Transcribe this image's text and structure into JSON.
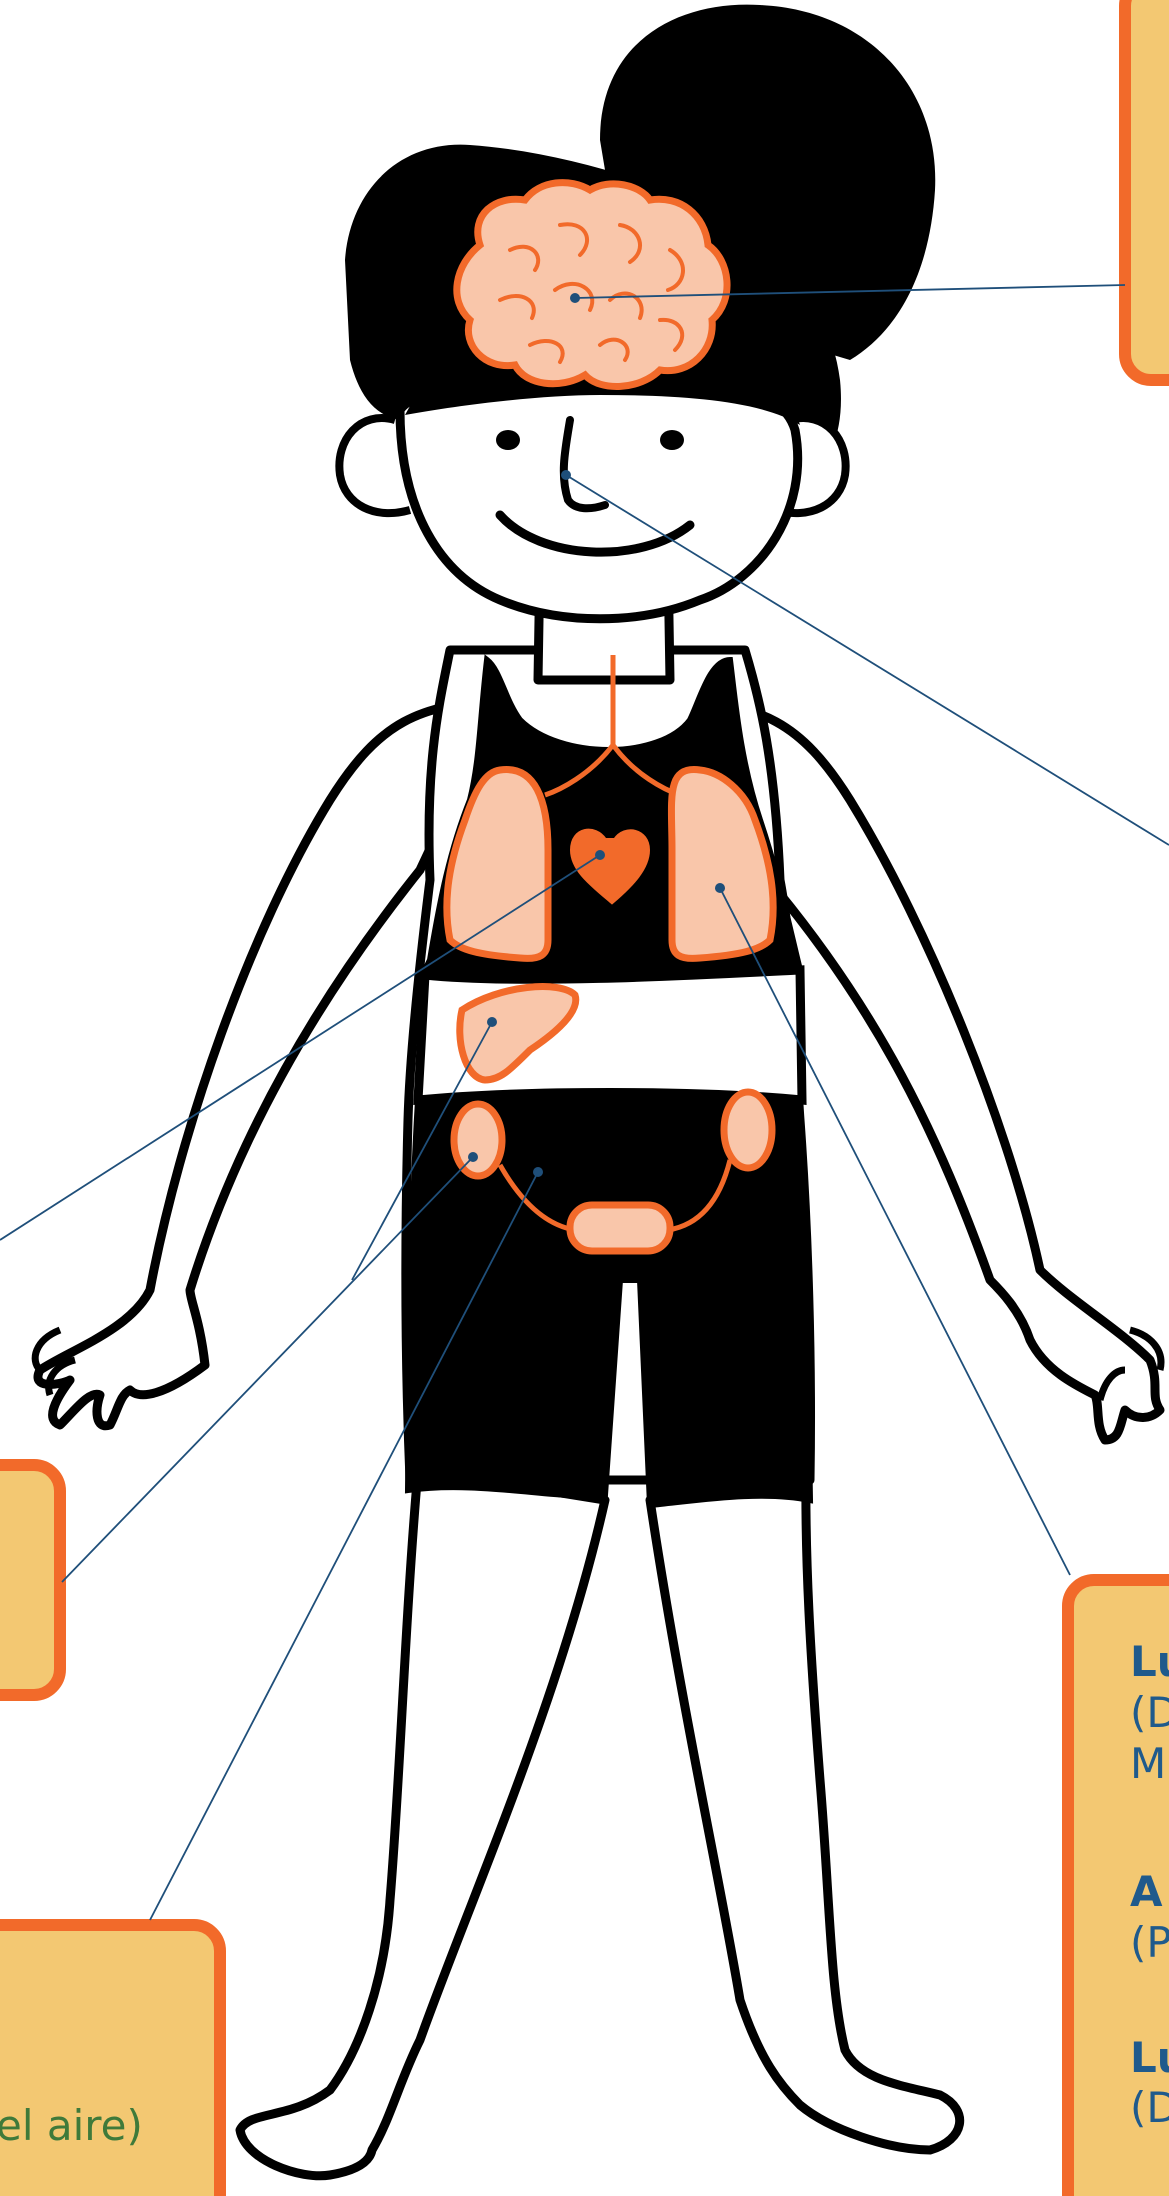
{
  "colors": {
    "outline": "#000000",
    "organ_fill": "#f9c6aa",
    "organ_stroke": "#f26a2a",
    "heart": "#f26a2a",
    "box_fill": "#f3c872",
    "box_border": "#f26a2a",
    "pointer_line": "#1f4f7a",
    "label_blue": "#1f5a8c",
    "label_green": "#3f7a3a"
  },
  "labels": {
    "right_box": {
      "line1": "Lu",
      "line2": "(D",
      "line3": "M",
      "line4": "A",
      "line5": "(P",
      "line6": "Lu",
      "line7": "(D"
    },
    "bottom_left_box": {
      "line1": "el aire)"
    }
  }
}
